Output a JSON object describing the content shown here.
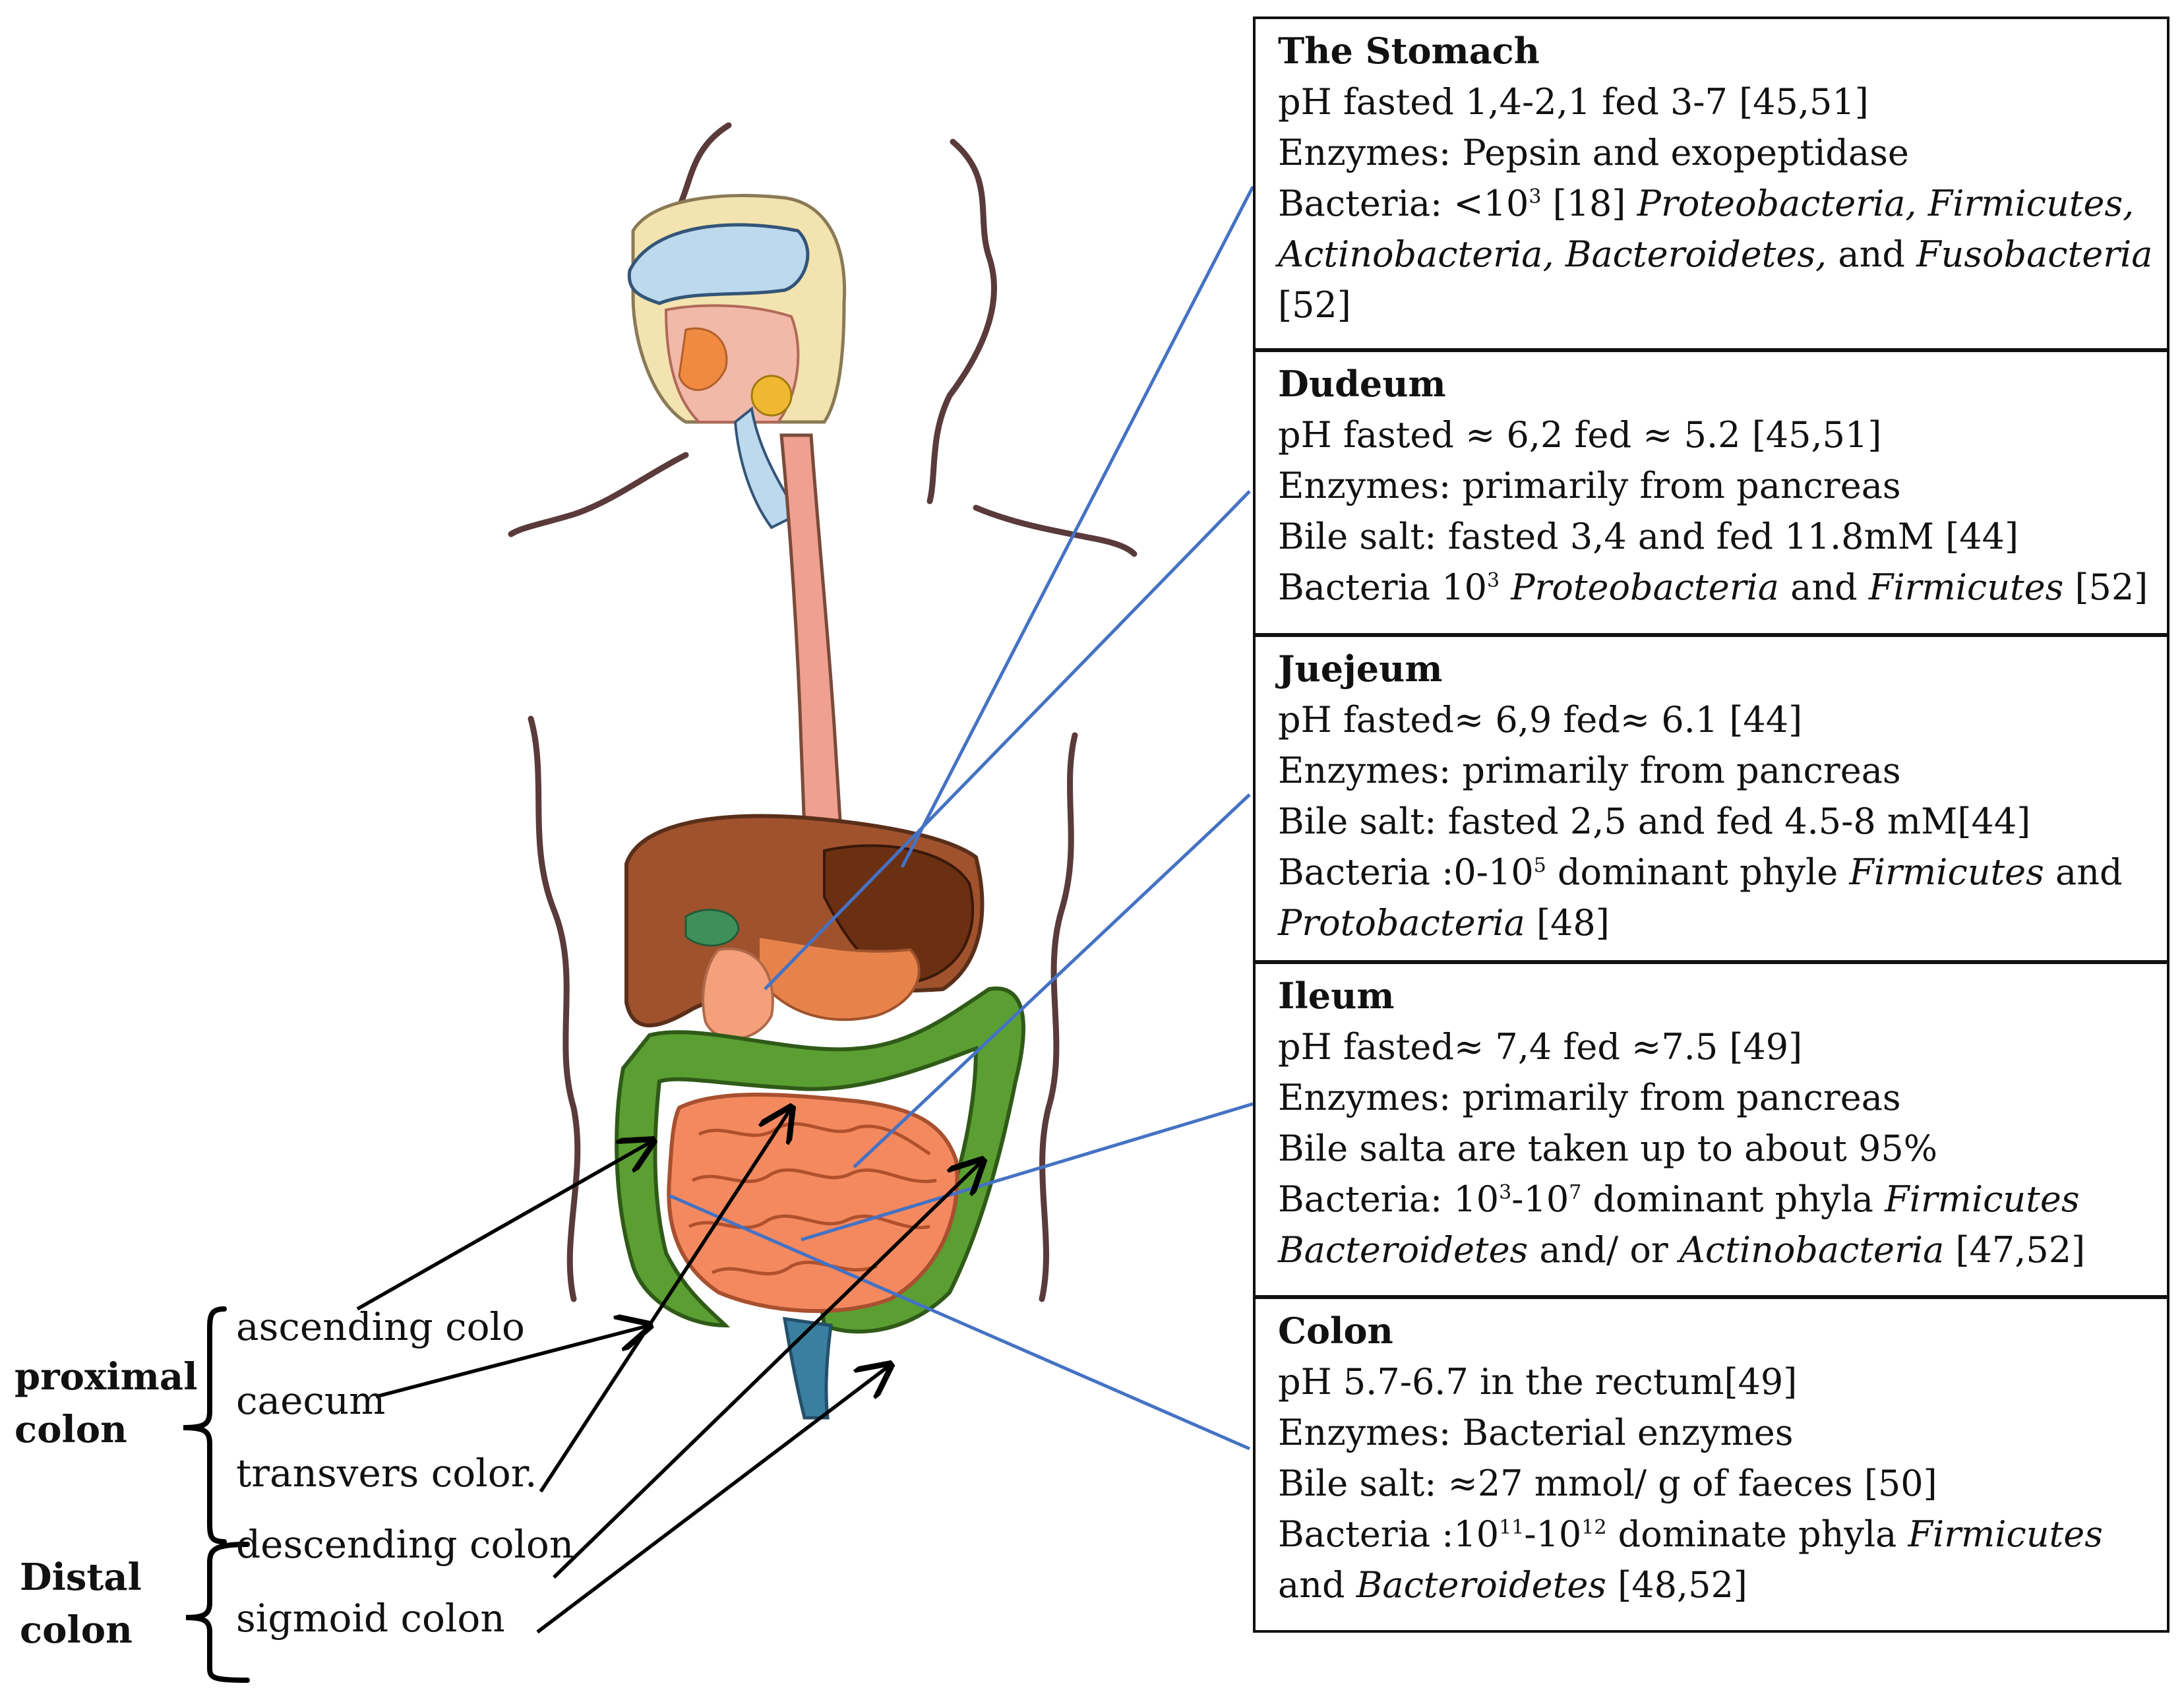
{
  "boxes": [
    {
      "title": "The Stomach",
      "lines": [
        [
          {
            "t": "pH fasted 1,4-2,1 fed 3-7 [45,51]"
          }
        ],
        [
          {
            "t": "Enzymes: Pepsin and exopeptidase"
          }
        ],
        [
          {
            "t": "Bacteria: <10"
          },
          {
            "t": "3",
            "sup": true
          },
          {
            "t": " [18] "
          },
          {
            "t": "Proteobacteria, Firmicutes,",
            "i": true
          }
        ],
        [
          {
            "t": "Actinobacteria, Bacteroidetes,",
            "i": true
          },
          {
            "t": " and "
          },
          {
            "t": "Fusobacteria",
            "i": true
          }
        ],
        [
          {
            "t": "[52]"
          }
        ]
      ]
    },
    {
      "title": "Dudeum",
      "lines": [
        [
          {
            "t": "pH fasted ≈ 6,2   fed ≈ 5.2 [45,51]"
          }
        ],
        [
          {
            "t": "Enzymes: primarily from pancreas"
          }
        ],
        [
          {
            "t": "Bile salt: fasted 3,4  and  fed 11.8mM [44]"
          }
        ],
        [
          {
            "t": "Bacteria 10"
          },
          {
            "t": "3",
            "sup": true
          },
          {
            "t": " "
          },
          {
            "t": "Proteobacteria",
            "i": true
          },
          {
            "t": " and "
          },
          {
            "t": "Firmicutes",
            "i": true
          },
          {
            "t": " [52]"
          }
        ]
      ]
    },
    {
      "title": "Juejeum",
      "lines": [
        [
          {
            "t": "pH fasted≈ 6,9   fed≈ 6.1 [44]"
          }
        ],
        [
          {
            "t": "Enzymes: primarily from pancreas"
          }
        ],
        [
          {
            "t": "Bile salt: fasted 2,5 and fed 4.5-8 mM[44]"
          }
        ],
        [
          {
            "t": "Bacteria :0-10"
          },
          {
            "t": "5",
            "sup": true
          },
          {
            "t": " dominant phyle "
          },
          {
            "t": "Firmicutes",
            "i": true
          },
          {
            "t": " and"
          }
        ],
        [
          {
            "t": "Protobacteria",
            "i": true
          },
          {
            "t": " [48]"
          }
        ]
      ]
    },
    {
      "title": "Ileum",
      "lines": [
        [
          {
            "t": "pH fasted≈ 7,4   fed ≈7.5 [49]"
          }
        ],
        [
          {
            "t": "Enzymes:  primarily from pancreas"
          }
        ],
        [
          {
            "t": "Bile salta  are taken up to about 95%"
          }
        ],
        [
          {
            "t": "Bacteria: 10"
          },
          {
            "t": "3",
            "sup": true
          },
          {
            "t": "-10"
          },
          {
            "t": "7",
            "sup": true
          },
          {
            "t": "  dominant phyla "
          },
          {
            "t": "Firmicutes",
            "i": true
          }
        ],
        [
          {
            "t": "Bacteroidetes",
            "i": true
          },
          {
            "t": " and/ or "
          },
          {
            "t": "Actinobacteria",
            "i": true
          },
          {
            "t": " [47,52]"
          }
        ]
      ]
    },
    {
      "title": "Colon",
      "lines": [
        [
          {
            "t": "pH 5.7-6.7 in the rectum[49]"
          }
        ],
        [
          {
            "t": "Enzymes: Bacterial enzymes"
          }
        ],
        [
          {
            "t": "Bile salt: ≈27 mmol/ g of faeces [50]"
          }
        ],
        [
          {
            "t": "Bacteria :10"
          },
          {
            "t": "11",
            "sup": true
          },
          {
            "t": "-10"
          },
          {
            "t": "12",
            "sup": true
          },
          {
            "t": " dominate phyla "
          },
          {
            "t": "Firmicutes",
            "i": true
          }
        ],
        [
          {
            "t": "and "
          },
          {
            "t": "Bacteroidetes",
            "i": true
          },
          {
            "t": " [48,52]"
          }
        ]
      ]
    }
  ],
  "colon_labels": {
    "ascending": "ascending colo",
    "caecum": "caecum",
    "transverse": "transvers color.",
    "descending": "descending colon",
    "sigmoid": "sigmoid colon"
  },
  "groups": {
    "proximal": "proximal\ncolon",
    "distal": "Distal\ncolon"
  },
  "colors": {
    "connector": "#4472c4",
    "arrow": "#000000",
    "liver": "#a0522d",
    "colon": "#5b9e32",
    "small_intestine": "#f4895f",
    "esophagus": "#f0a090",
    "body_outline": "#5a3a3a"
  }
}
